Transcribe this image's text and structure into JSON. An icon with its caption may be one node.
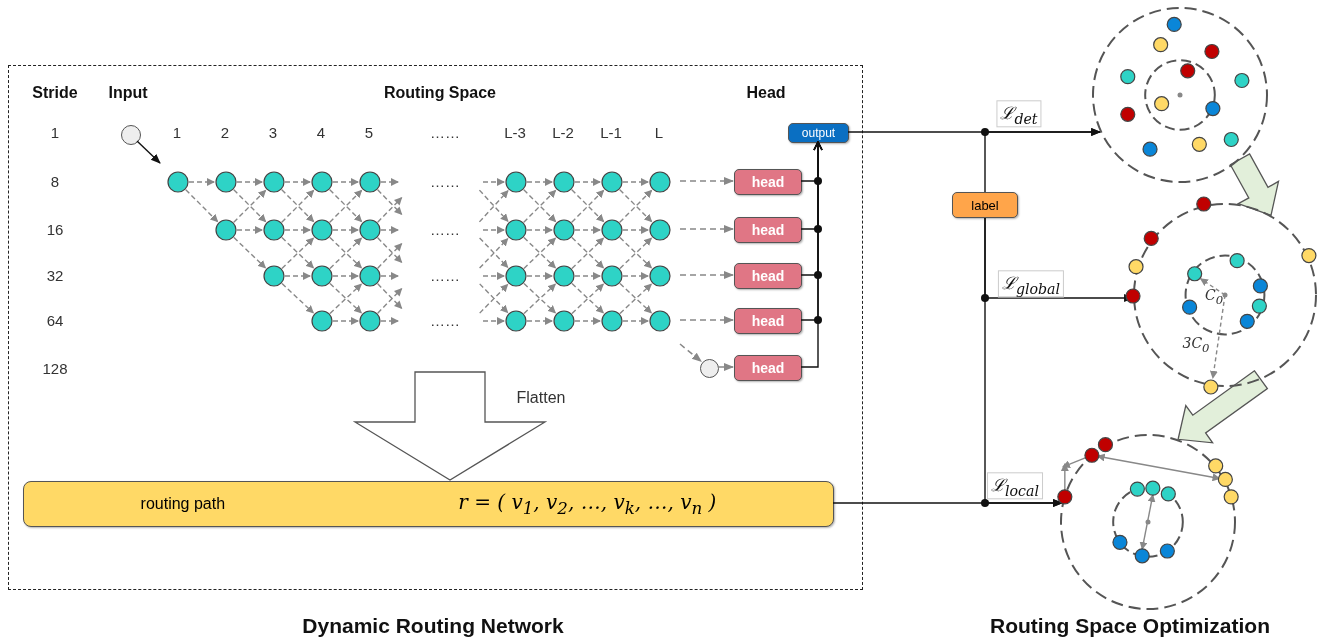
{
  "diagram": {
    "nodes": [
      {
        "text": [],
        "shape": "box"
      },
      {
        "text": [],
        "shape": "circle",
        "in": 0
      },
      {
        "text": [],
        "shape": "picture",
        "in": 0
      },
      {
        "text": [
          "head"
        ],
        "in": 0
      },
      {
        "text": [
          "head"
        ],
        "in": 0
      },
      {
        "text": [
          "head"
        ],
        "in": 0
      },
      {
        "text": [
          "head"
        ],
        "in": 0
      },
      {
        "text": [
          "head"
        ],
        "in": 0
      },
      {
        "text": [],
        "shape": "circle",
        "in": 0
      },
      {
        "text": [
          "output"
        ],
        "in": 0
      },
      {
        "text": [
          "label"
        ]
      },
      {
        "text": [
          "routing path",
          "r = ( v$_{1}$, v$_{2}$, …, v$_{k}$, …, v$_{n}$ )"
        ],
        "in": 0
      },
      {
        "text": [],
        "shape": "picture"
      },
      {
        "text": [],
        "shape": "picture"
      },
      {
        "text": [],
        "shape": "picture"
      }
    ],
    "edges": [
      {
        "from": 1,
        "to": 2,
        "arrow": "to"
      },
      {
        "from": 2,
        "to": 3,
        "arrow": "to",
        "style": "dashed",
        "color": "#888888"
      },
      {
        "from": 2,
        "to": 4,
        "arrow": "to",
        "style": "dashed",
        "color": "#888888"
      },
      {
        "from": 2,
        "to": 5,
        "arrow": "to",
        "style": "dashed",
        "color": "#888888"
      },
      {
        "from": 2,
        "to": 6,
        "arrow": "to",
        "style": "dashed",
        "color": "#888888"
      },
      {
        "from": 2,
        "to": 8,
        "arrow": "to",
        "style": "dashed",
        "color": "#888888"
      },
      {
        "from": 8,
        "to": 7,
        "arrow": "to",
        "style": "dashed",
        "color": "#888888"
      },
      {
        "from": 3,
        "to": 9,
        "arrow": "to"
      },
      {
        "from": 4,
        "to": 9,
        "arrow": "to"
      },
      {
        "from": 5,
        "to": 9,
        "arrow": "to"
      },
      {
        "from": 6,
        "to": 9,
        "arrow": "to"
      },
      {
        "from": 7,
        "to": 9,
        "arrow": "to"
      },
      {
        "from": 9,
        "to": 12,
        "arrow": "to",
        "label": "ℒ$_{det}$"
      },
      {
        "from": 10,
        "to": 12,
        "arrow": "to"
      },
      {
        "from": 10,
        "to": 13,
        "arrow": "to",
        "label": "ℒ$_{global}$"
      },
      {
        "from": 10,
        "to": 14,
        "arrow": "to"
      },
      {
        "from": 11,
        "to": 14,
        "arrow": "to",
        "label": "ℒ$_{local}$"
      },
      {
        "from": 2,
        "to": 11,
        "arrow": "to",
        "label": "Flatten",
        "style": "thick"
      },
      {
        "from": 12,
        "to": 13,
        "arrow": "to",
        "style": "thick",
        "color": "#e2efda"
      },
      {
        "from": 13,
        "to": 14,
        "arrow": "to",
        "style": "thick",
        "color": "#e2efda"
      }
    ],
    "labels": [
      "Stride",
      "Input",
      "Routing Space",
      "Head",
      "1",
      "1",
      "2",
      "3",
      "4",
      "5",
      "……",
      "L-3",
      "L-2",
      "L-1",
      "L",
      "8",
      "……",
      "16",
      "……",
      "32",
      "……",
      "64",
      "……",
      "128",
      "C$_{0}$",
      "3C$_{0}$",
      "Dynamic Routing Network",
      "Routing Space Optimization"
    ]
  }
}
